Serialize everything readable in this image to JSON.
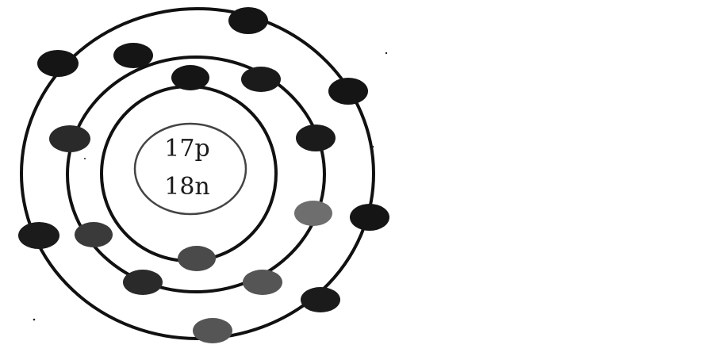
{
  "nucleus": {
    "protons": "17p",
    "neutrons": "18n"
  },
  "shells": [
    {
      "name": "inner-shell",
      "electrons": 2
    },
    {
      "name": "middle-shell",
      "electrons": 8
    },
    {
      "name": "outer-shell",
      "electrons": 7
    }
  ],
  "colors": {
    "ink": "#111111",
    "electron_dark": "#151515",
    "electron_mid": "#3a3a3a",
    "electron_light": "#6e6e6e",
    "background": "#ffffff"
  }
}
